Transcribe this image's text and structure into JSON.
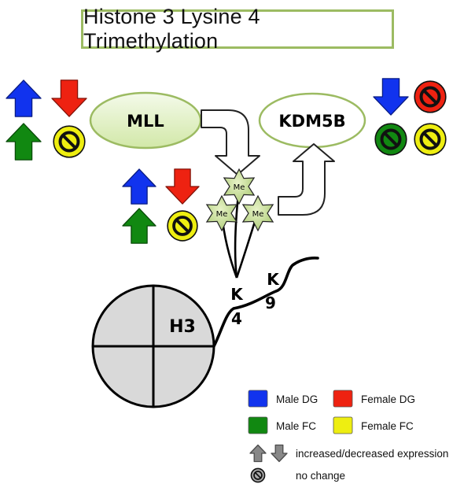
{
  "title": "Histone 3 Lysine 4 Trimethylation",
  "enzymes": {
    "writer": "MLL",
    "eraser": "KDM5B"
  },
  "methyl_label": "Me",
  "histone": {
    "label": "H3",
    "residue_k4": [
      "K",
      "4"
    ],
    "residue_k9": [
      "K",
      "9"
    ]
  },
  "colors": {
    "male_dg": "#1133ee",
    "female_dg": "#ee2211",
    "male_fc": "#118811",
    "female_fc": "#eeee11",
    "ellipse_fill": "#e4f2c8",
    "ellipse_stroke": "#9cbb62",
    "star_fill": "#c8dd92"
  },
  "indicators": {
    "mll": [
      {
        "group": "male_dg",
        "kind": "up"
      },
      {
        "group": "female_dg",
        "kind": "down"
      },
      {
        "group": "male_fc",
        "kind": "up"
      },
      {
        "group": "female_fc",
        "kind": "no-change"
      }
    ],
    "kdm5b": [
      {
        "group": "male_dg",
        "kind": "down"
      },
      {
        "group": "female_dg",
        "kind": "no-change"
      },
      {
        "group": "male_fc",
        "kind": "no-change"
      },
      {
        "group": "female_fc",
        "kind": "no-change"
      }
    ],
    "h3k4me3": [
      {
        "group": "male_dg",
        "kind": "up"
      },
      {
        "group": "female_dg",
        "kind": "down"
      },
      {
        "group": "male_fc",
        "kind": "up"
      },
      {
        "group": "female_fc",
        "kind": "no-change"
      }
    ]
  },
  "legend": {
    "male_dg": "Male DG",
    "female_dg": "Female DG",
    "male_fc": "Male FC",
    "female_fc": "Female FC",
    "arrows": "increased/decreased expression",
    "no_change": "no change"
  }
}
